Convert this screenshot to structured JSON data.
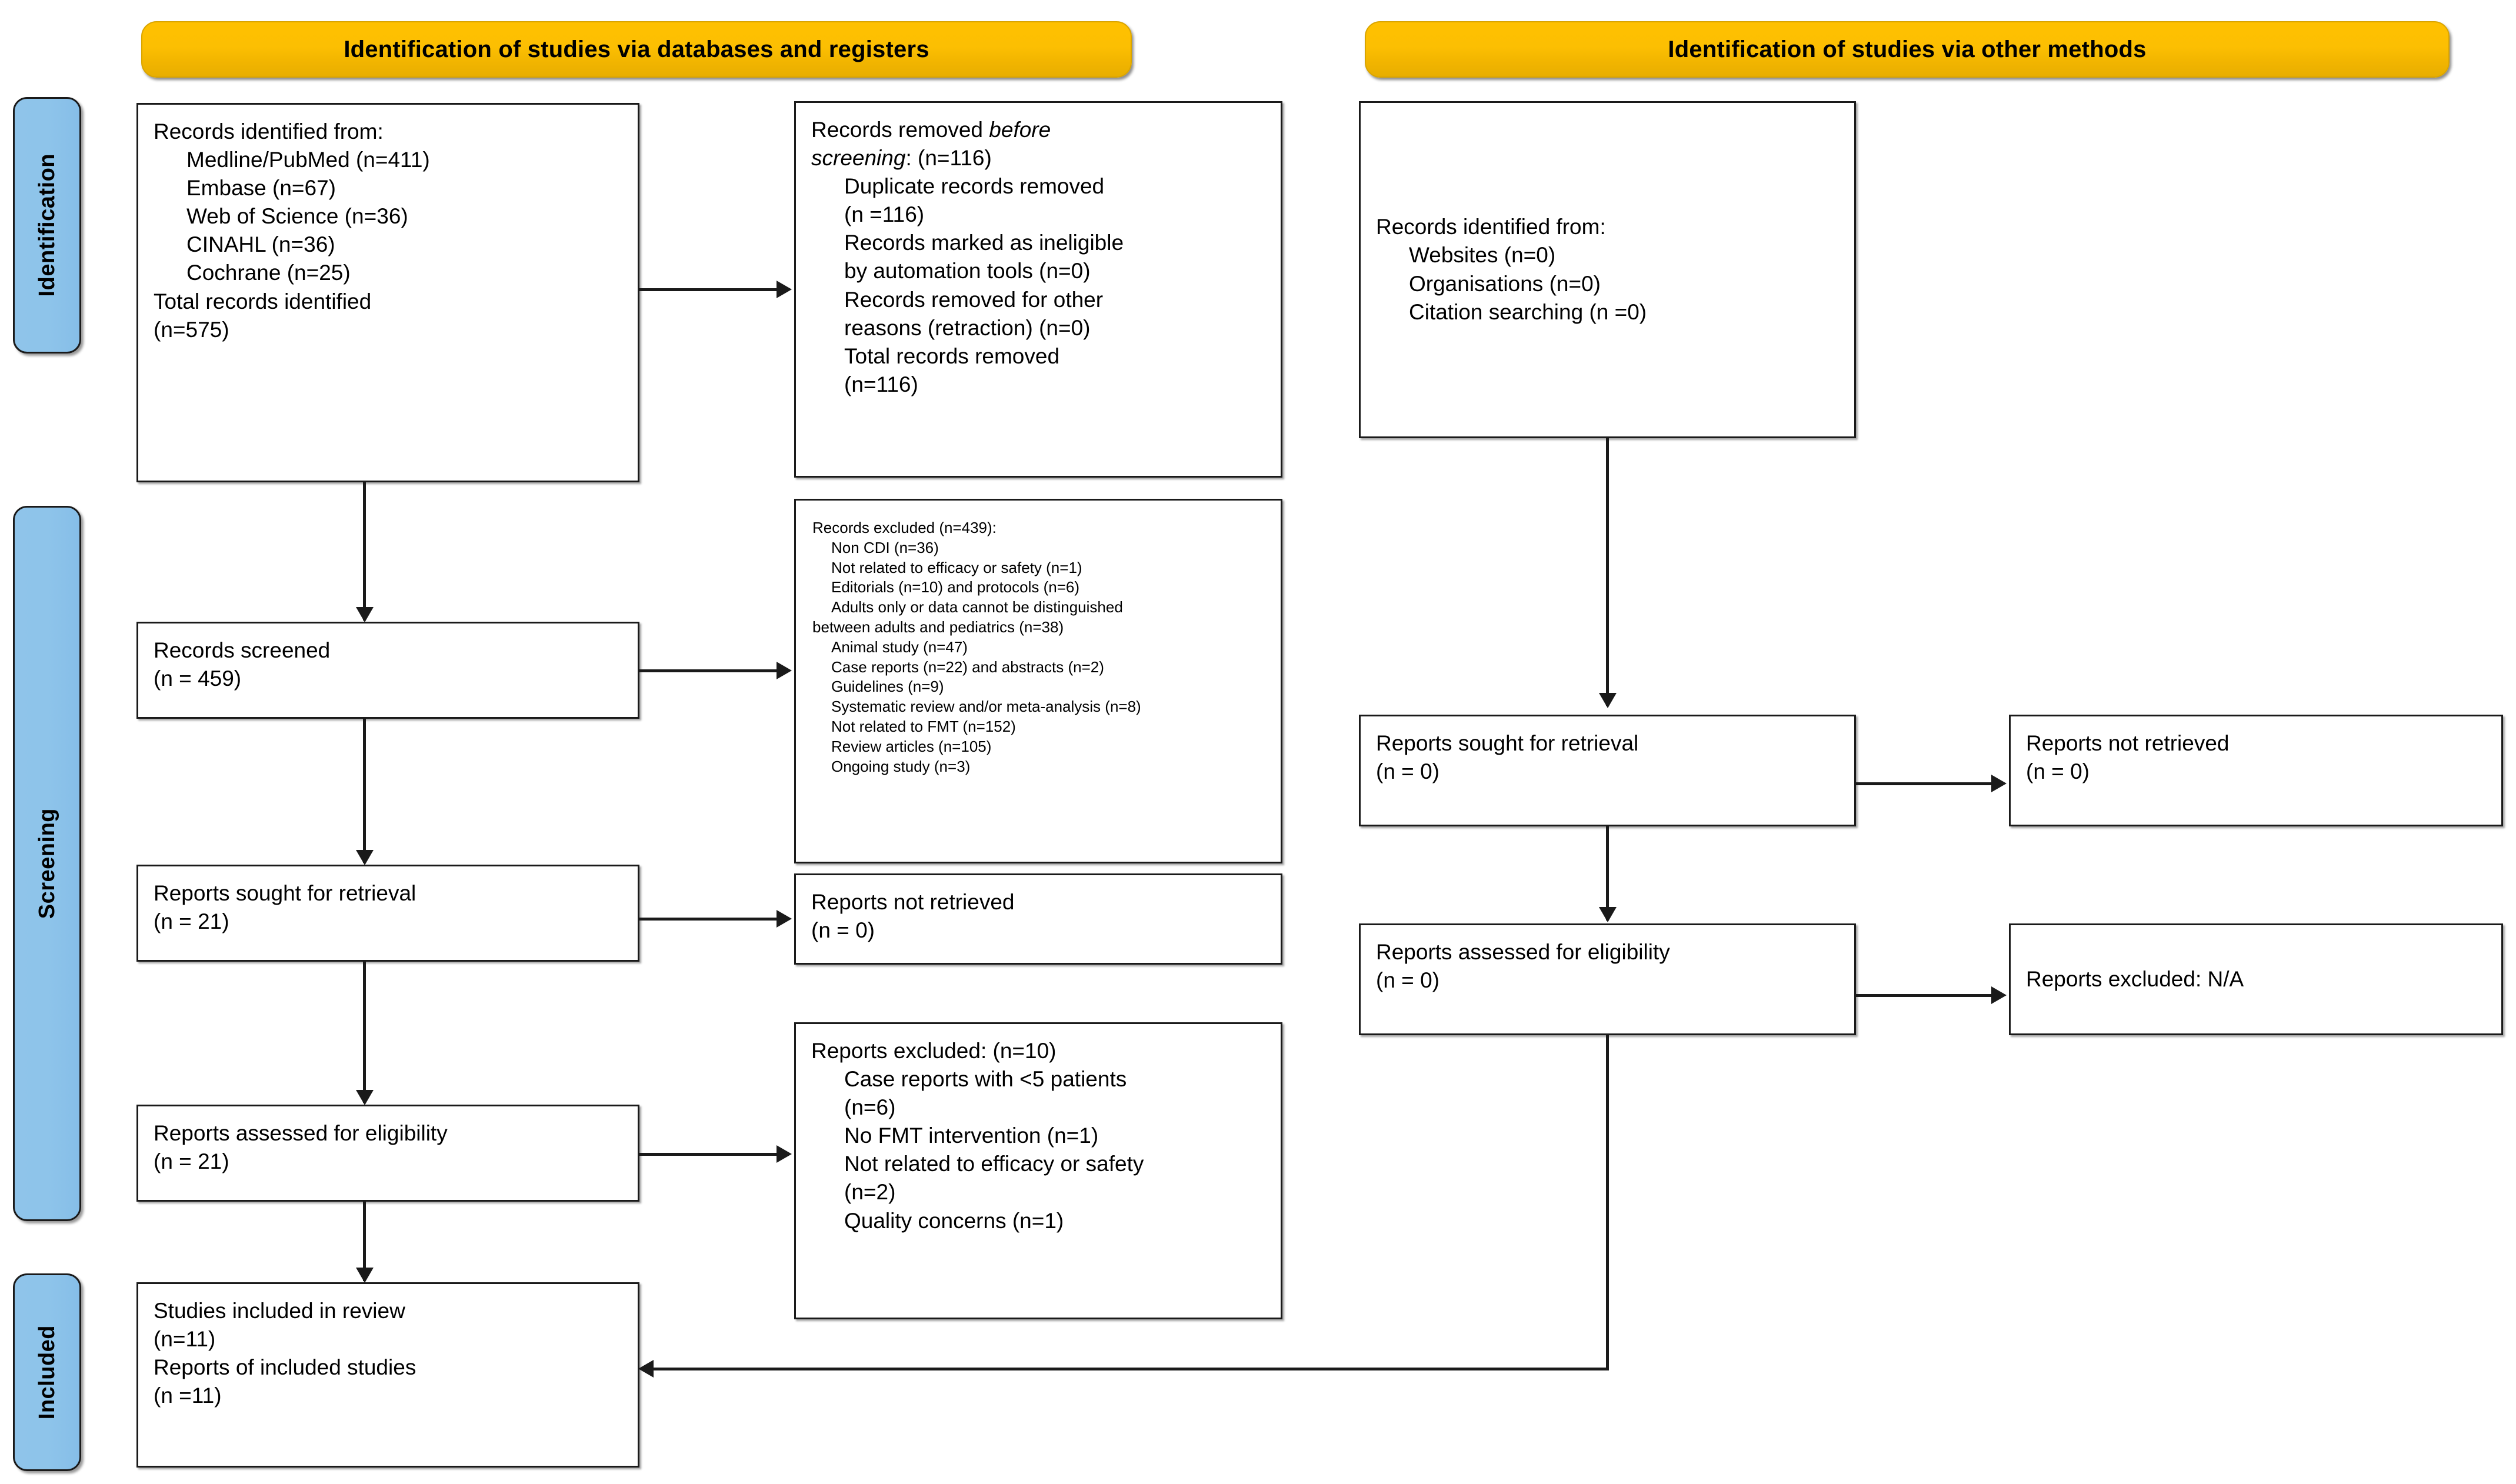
{
  "diagram": {
    "title": "PRISMA 2020 flow diagram",
    "colors": {
      "banner": "#FFC000",
      "stage_label": "#8FC4EA",
      "box_border": "#1A1A1A",
      "background": "#FFFFFF"
    }
  },
  "banners": {
    "databases": "Identification of studies via databases and registers",
    "other_methods": "Identification of studies via other methods"
  },
  "stages": {
    "identification": "Identification",
    "screening": "Screening",
    "included": "Included"
  },
  "databases_column": {
    "identified": {
      "heading": "Records identified from:",
      "items": [
        "Medline/PubMed (n=411)",
        "Embase (n=67)",
        "Web of Science (n=36)",
        "CINAHL (n=36)"
      ],
      "cochrane": "Cochrane (n=25)",
      "total_line1": "Total records identified",
      "total_line2": "(n=575)"
    },
    "removed_before_screening": {
      "heading_a": "Records removed ",
      "heading_italic": "before",
      "heading_b": "screening",
      "heading_c": ": (n=116)",
      "items": [
        "Duplicate records removed",
        "(n =116)",
        "Records marked as ineligible",
        "by automation tools (n=0)",
        "Records removed for other",
        "reasons (retraction) (n=0)",
        "Total records removed",
        "(n=116)"
      ]
    },
    "screened": {
      "line1": "Records screened",
      "line2": "(n = 459)"
    },
    "records_excluded": {
      "heading": "Records excluded (n=439):",
      "items": [
        "Non CDI (n=36)",
        "Not related to efficacy or safety (n=1)",
        "Editorials (n=10) and protocols (n=6)",
        "Adults only or data cannot be distinguished"
      ],
      "wrap_line": "between adults and pediatrics (n=38)",
      "items2": [
        "Animal study (n=47)",
        "Case reports (n=22) and abstracts (n=2)",
        "Guidelines (n=9)",
        "Systematic review and/or meta-analysis (n=8)",
        "Not related to FMT (n=152)",
        "Review articles (n=105)",
        "Ongoing study (n=3)"
      ]
    },
    "sought_retrieval": {
      "line1": "Reports sought for retrieval",
      "line2": "(n = 21)"
    },
    "not_retrieved": {
      "line1": "Reports not retrieved",
      "line2": "(n = 0)"
    },
    "assessed_eligibility": {
      "line1": "Reports assessed for eligibility",
      "line2": "(n = 21)"
    },
    "reports_excluded": {
      "heading": "Reports excluded: (n=10)",
      "items": [
        "Case reports with <5 patients",
        "(n=6)",
        "No FMT intervention (n=1)",
        "Not related to efficacy or safety",
        "(n=2)",
        "Quality concerns (n=1)"
      ]
    },
    "included_studies": {
      "line1": "Studies included in review",
      "line2": "(n=11)",
      "line3": "Reports of included studies",
      "line4": "(n =11)"
    }
  },
  "other_methods_column": {
    "identified": {
      "heading": "Records identified from:",
      "items": [
        "Websites (n=0)",
        "Organisations (n=0)",
        "Citation searching (n =0)"
      ]
    },
    "sought_retrieval": {
      "line1": "Reports sought for retrieval",
      "line2": "(n = 0)"
    },
    "not_retrieved": {
      "line1": "Reports not retrieved",
      "line2": "(n = 0)"
    },
    "assessed_eligibility": {
      "line1": "Reports assessed for eligibility",
      "line2": "(n = 0)"
    },
    "reports_excluded": {
      "line1": "Reports excluded: N/A"
    }
  }
}
